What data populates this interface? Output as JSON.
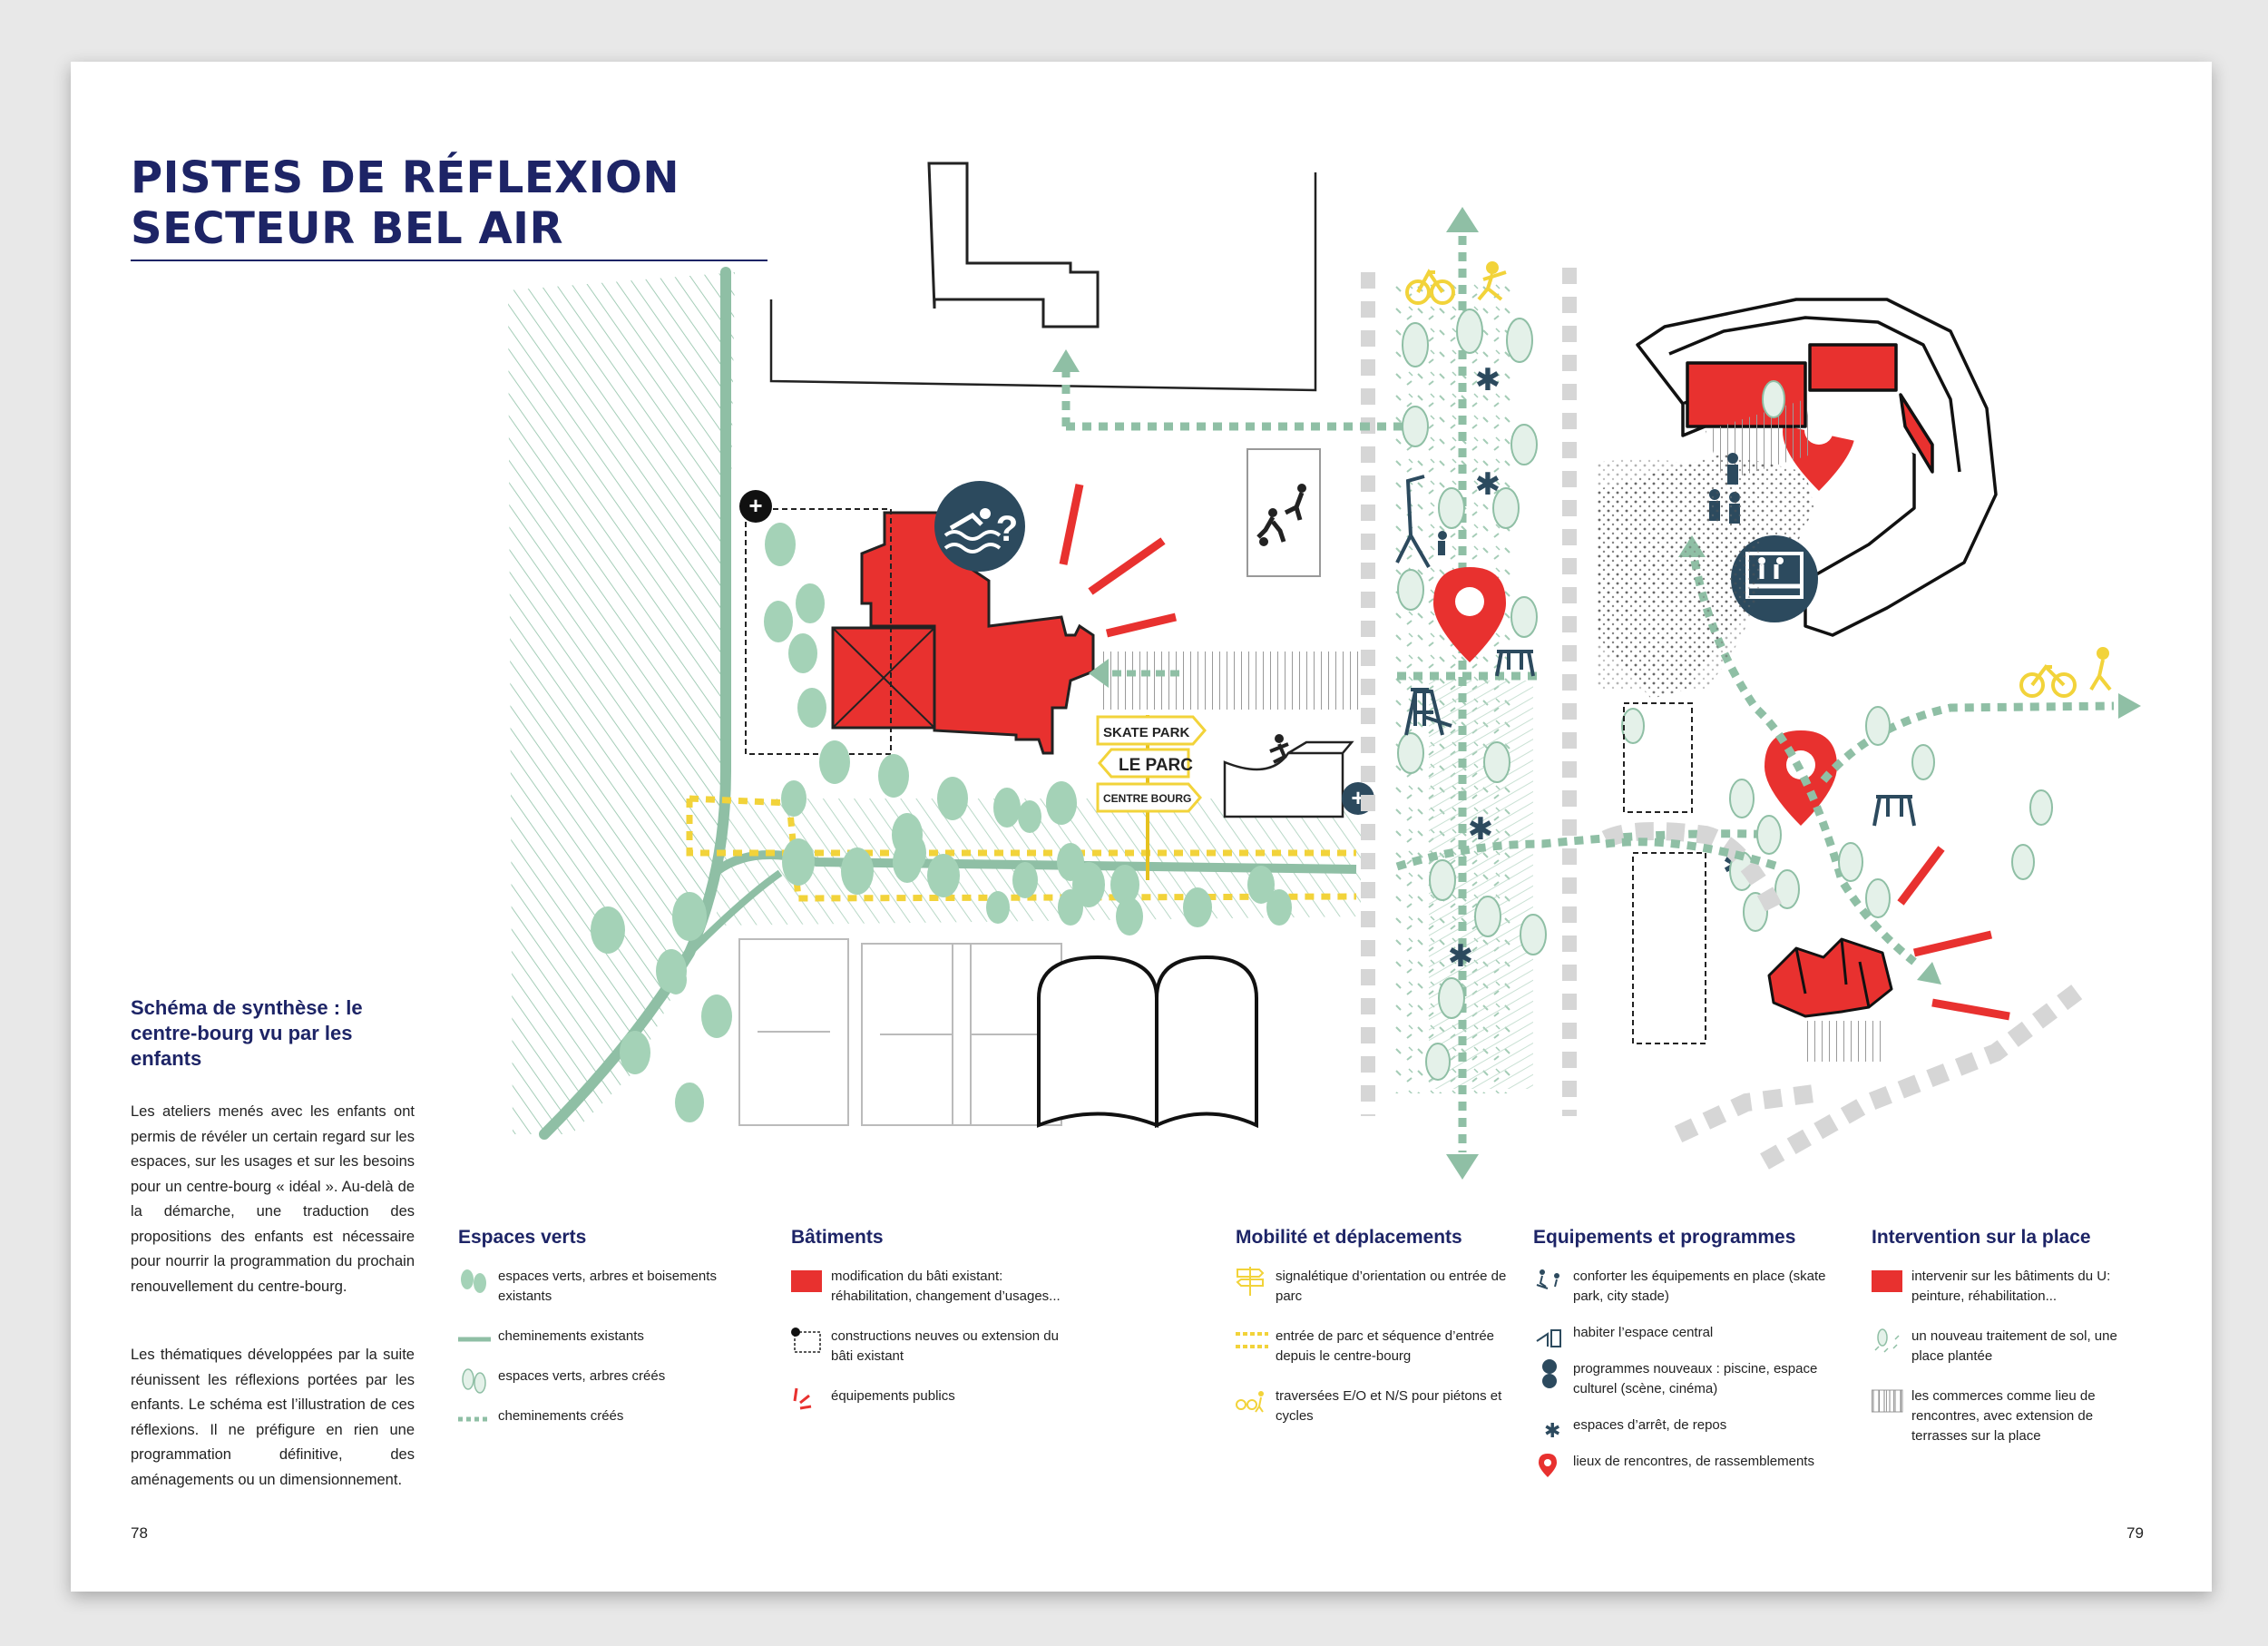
{
  "title": {
    "line1": "PISTES DE RÉFLEXION",
    "line2": "SECTEUR BEL AIR"
  },
  "subtitle": "Schéma de synthèse : le centre-bourg vu par les enfants",
  "paragraphs": [
    "Les ateliers menés avec les enfants ont permis de révéler un certain regard sur les espaces, sur les usages et sur les besoins pour un centre-bourg « idéal ». Au-delà de la démarche, une traduction des propositions des enfants est nécessaire pour nourrir la programmation du prochain renouvellement du centre-bourg.",
    "Les thématiques développées par la suite réunissent les réflexions portées par les enfants. Le schéma est l’illustration de ces réflexions. Il ne préfigure en rien une programmation définitive, des aménagements ou un dimensionnement."
  ],
  "page_numbers": {
    "left": "78",
    "right": "79"
  },
  "signs": {
    "skate": "SKATE PARK",
    "parc": "LE PARC",
    "bourg": "CENTRE BOURG"
  },
  "colors": {
    "navy": "#1d2466",
    "red": "#e8312f",
    "green": "#7fb89a",
    "yellow": "#f2d33a",
    "slate": "#2c4a5e"
  },
  "legend": {
    "espaces_verts": {
      "heading": "Espaces verts",
      "items": [
        {
          "icon": "existing-trees-icon",
          "text": "espaces verts, arbres et boisements existants"
        },
        {
          "icon": "existing-path-icon",
          "text": "cheminements existants"
        },
        {
          "icon": "new-trees-icon",
          "text": "espaces verts, arbres créés"
        },
        {
          "icon": "new-path-icon",
          "text": "cheminements créés"
        }
      ]
    },
    "batiments": {
      "heading": "Bâtiments",
      "items": [
        {
          "icon": "red-square-icon",
          "text": "modification du bâti existant: réhabilitation, changement d’usages..."
        },
        {
          "icon": "new-construction-icon",
          "text": "constructions neuves ou extension du bâti existant"
        },
        {
          "icon": "public-facilities-icon",
          "text": "équipements publics"
        }
      ]
    },
    "mobilite": {
      "heading": "Mobilité et déplacements",
      "items": [
        {
          "icon": "signpost-icon",
          "text": "signalétique d’orientation ou entrée de parc"
        },
        {
          "icon": "yellow-dashed-icon",
          "text": "entrée de parc et séquence d’entrée depuis le centre-bourg"
        },
        {
          "icon": "bike-pedestrian-icon",
          "text": "traversées E/O et N/S pour piétons et cycles"
        }
      ]
    },
    "equipements": {
      "heading": "Equipements et programmes",
      "items": [
        {
          "icon": "skate-icon",
          "text": "conforter les équipements en place (skate park, city stade)"
        },
        {
          "icon": "habitat-icon",
          "text": "habiter l’espace central"
        },
        {
          "icon": "program-icon",
          "text": "programmes nouveaux : piscine, espace culturel (scène, cinéma)"
        },
        {
          "icon": "asterisk-icon",
          "text": "espaces d’arrêt, de repos"
        },
        {
          "icon": "pin-icon",
          "text": "lieux de rencontres, de rassemblements"
        }
      ]
    },
    "intervention": {
      "heading": "Intervention sur la place",
      "items": [
        {
          "icon": "red-square-icon",
          "text": "intervenir sur les bâtiments du U: peinture, réhabilitation..."
        },
        {
          "icon": "ground-treatment-icon",
          "text": "un nouveau traitement de sol, une place plantée"
        },
        {
          "icon": "hatched-square-icon",
          "text": "les commerces comme lieu de rencontres, avec extension de terrasses sur la place"
        }
      ]
    }
  }
}
